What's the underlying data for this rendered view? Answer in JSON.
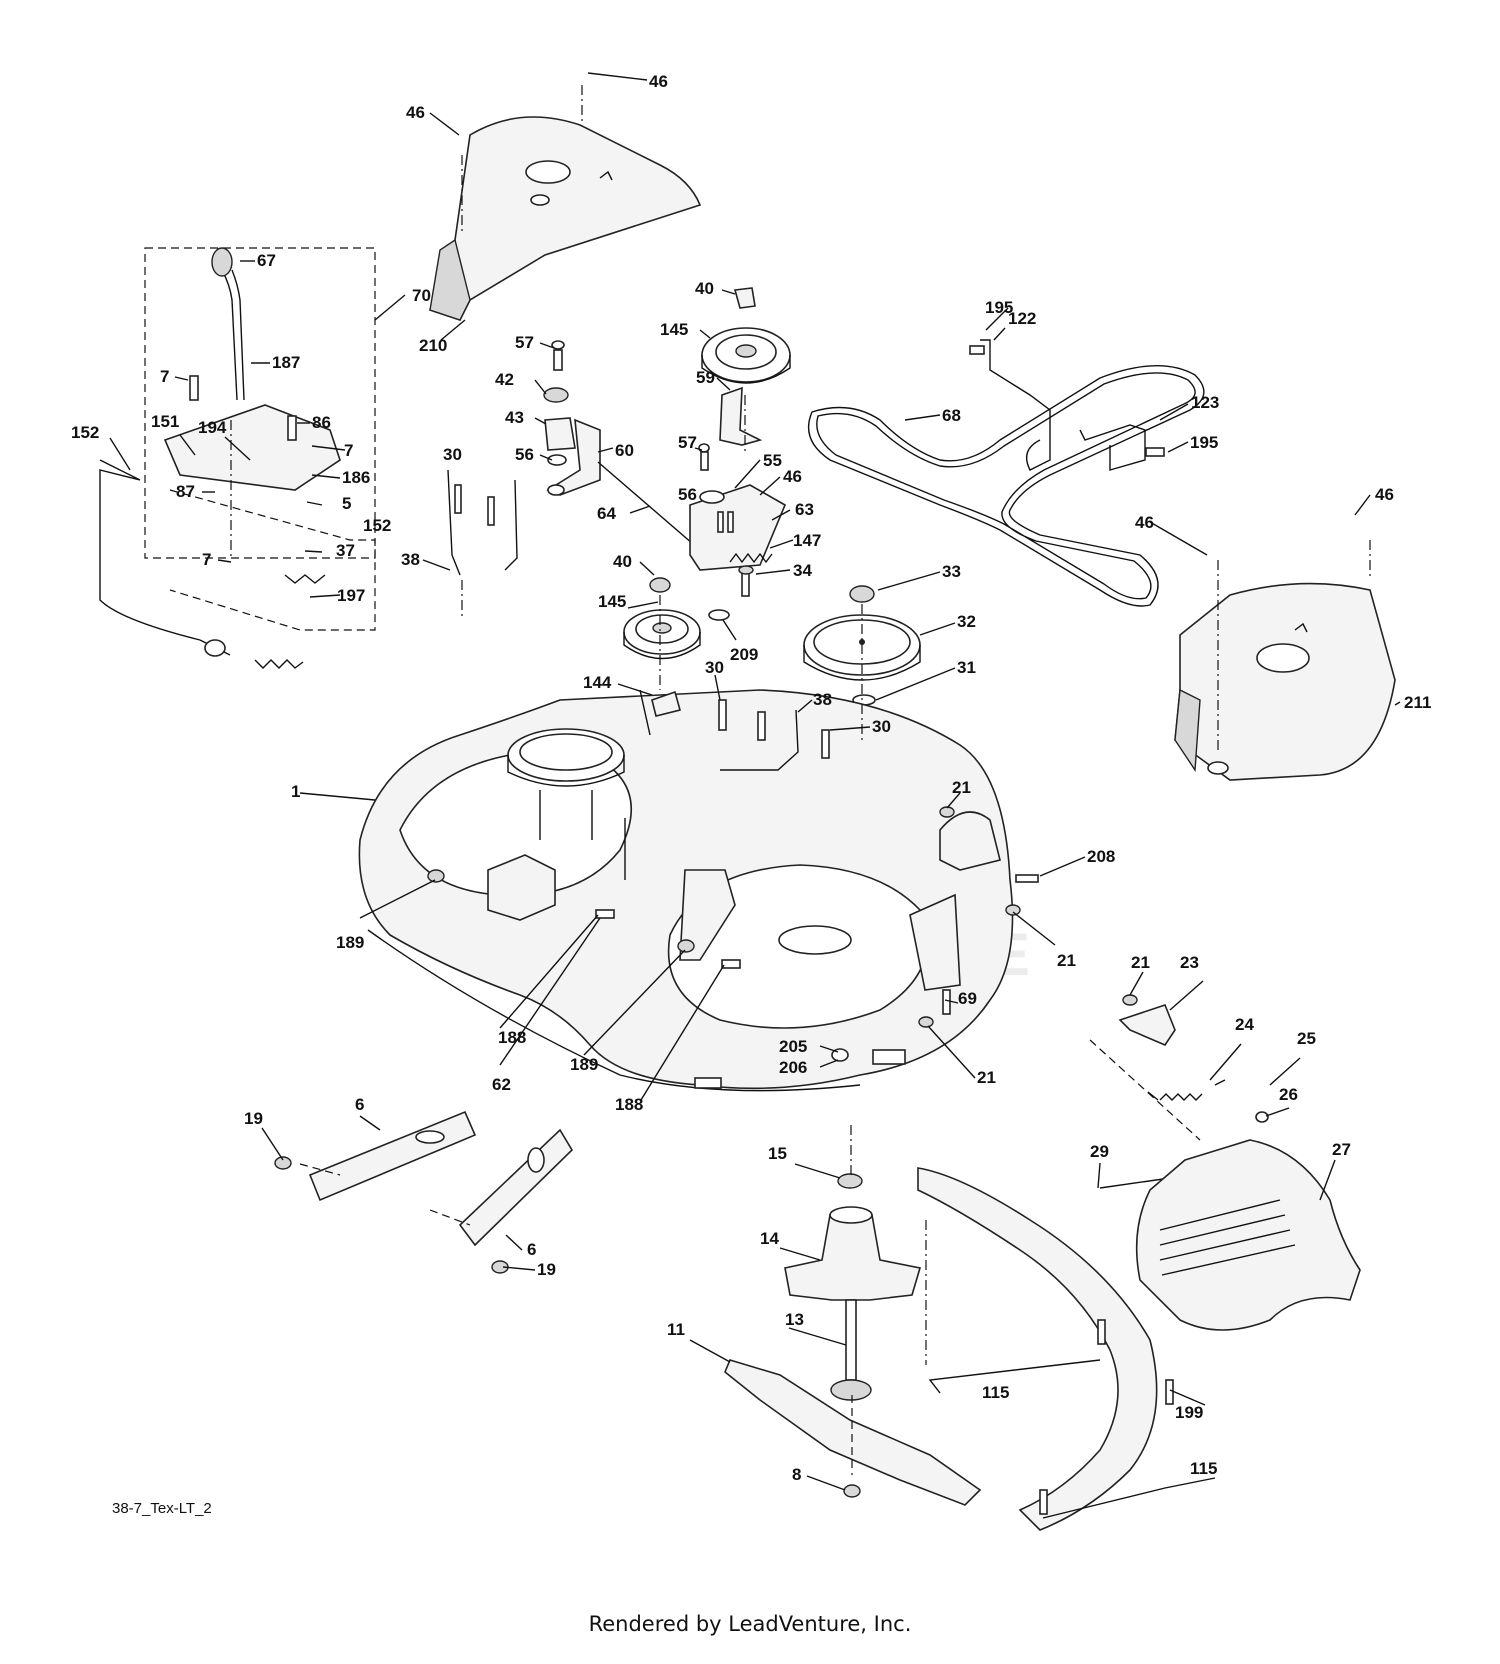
{
  "diagram_code": "38-7_Tex-LT_2",
  "footer": "Rendered by LeadVenture, Inc.",
  "part_labels": [
    {
      "id": "46"
    },
    {
      "id": "46"
    },
    {
      "id": "210"
    },
    {
      "id": "70"
    },
    {
      "id": "67"
    },
    {
      "id": "187"
    },
    {
      "id": "7"
    },
    {
      "id": "86"
    },
    {
      "id": "151"
    },
    {
      "id": "194"
    },
    {
      "id": "7"
    },
    {
      "id": "186"
    },
    {
      "id": "152"
    },
    {
      "id": "87"
    },
    {
      "id": "5"
    },
    {
      "id": "152"
    },
    {
      "id": "37"
    },
    {
      "id": "7"
    },
    {
      "id": "197"
    },
    {
      "id": "57"
    },
    {
      "id": "42"
    },
    {
      "id": "43"
    },
    {
      "id": "56"
    },
    {
      "id": "60"
    },
    {
      "id": "64"
    },
    {
      "id": "30"
    },
    {
      "id": "38"
    },
    {
      "id": "40"
    },
    {
      "id": "145"
    },
    {
      "id": "59"
    },
    {
      "id": "57"
    },
    {
      "id": "55"
    },
    {
      "id": "46"
    },
    {
      "id": "56"
    },
    {
      "id": "63"
    },
    {
      "id": "147"
    },
    {
      "id": "34"
    },
    {
      "id": "40"
    },
    {
      "id": "145"
    },
    {
      "id": "209"
    },
    {
      "id": "195"
    },
    {
      "id": "122"
    },
    {
      "id": "68"
    },
    {
      "id": "123"
    },
    {
      "id": "195"
    },
    {
      "id": "46"
    },
    {
      "id": "46"
    },
    {
      "id": "211"
    },
    {
      "id": "33"
    },
    {
      "id": "32"
    },
    {
      "id": "31"
    },
    {
      "id": "144"
    },
    {
      "id": "30"
    },
    {
      "id": "38"
    },
    {
      "id": "30"
    },
    {
      "id": "1"
    },
    {
      "id": "21"
    },
    {
      "id": "208"
    },
    {
      "id": "189"
    },
    {
      "id": "21"
    },
    {
      "id": "21"
    },
    {
      "id": "23"
    },
    {
      "id": "69"
    },
    {
      "id": "188"
    },
    {
      "id": "62"
    },
    {
      "id": "189"
    },
    {
      "id": "188"
    },
    {
      "id": "205"
    },
    {
      "id": "206"
    },
    {
      "id": "21"
    },
    {
      "id": "24"
    },
    {
      "id": "25"
    },
    {
      "id": "26"
    },
    {
      "id": "6"
    },
    {
      "id": "19"
    },
    {
      "id": "15"
    },
    {
      "id": "29"
    },
    {
      "id": "27"
    },
    {
      "id": "6"
    },
    {
      "id": "19"
    },
    {
      "id": "14"
    },
    {
      "id": "13"
    },
    {
      "id": "11"
    },
    {
      "id": "115"
    },
    {
      "id": "199"
    },
    {
      "id": "8"
    },
    {
      "id": "115"
    }
  ]
}
